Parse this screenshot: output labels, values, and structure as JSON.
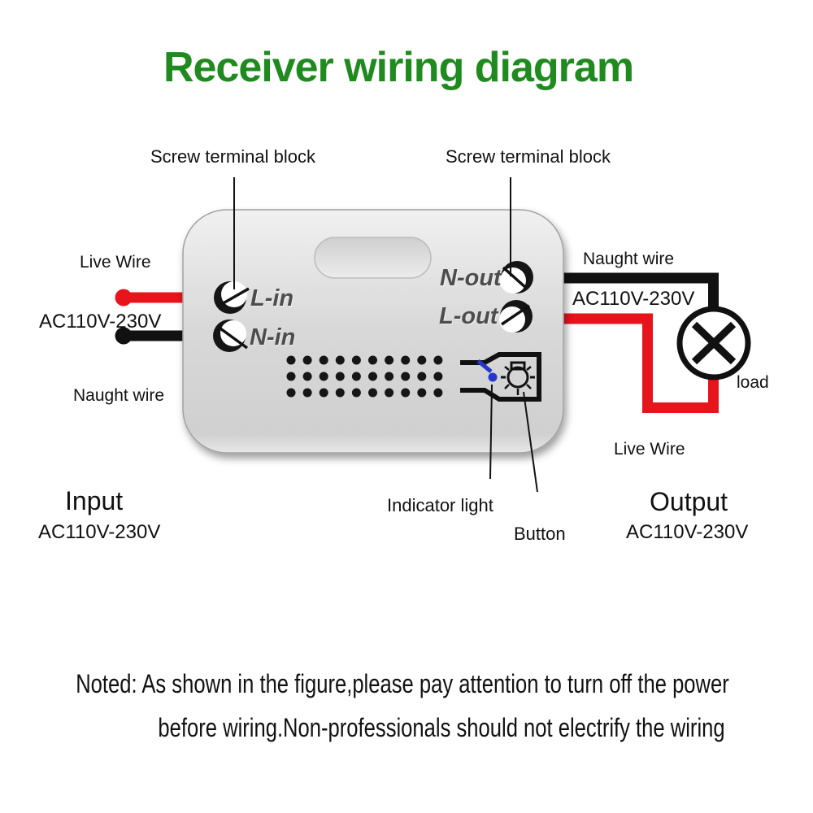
{
  "title": "Receiver wiring diagram",
  "callouts": {
    "screw_terminal_left": "Screw terminal block",
    "screw_terminal_right": "Screw terminal block",
    "indicator_light": "Indicator light",
    "button": "Button"
  },
  "device": {
    "terminals": {
      "l_in": "L-in",
      "n_in": "N-in",
      "n_out": "N-out",
      "l_out": "L-out"
    }
  },
  "input_side": {
    "live_wire": "Live Wire",
    "voltage": "AC110V-230V",
    "neutral_wire": "Naught wire",
    "heading": "Input",
    "voltage_rating": "AC110V-230V"
  },
  "output_side": {
    "neutral_wire": "Naught wire",
    "voltage": "AC110V-230V",
    "load": "load",
    "live_wire": "Live Wire",
    "heading": "Output",
    "voltage_rating": "AC110V-230V"
  },
  "note": {
    "line1": "Noted: As shown in the figure,please pay attention to turn off the power",
    "line2": "before wiring.Non-professionals should not electrify the wiring"
  },
  "colors": {
    "title_green": "#1f8b1f",
    "live_wire_red": "#e8141b",
    "neutral_wire_black": "#111111",
    "indicator_blue": "#2638cc",
    "device_gray": "#d8d8d8"
  }
}
